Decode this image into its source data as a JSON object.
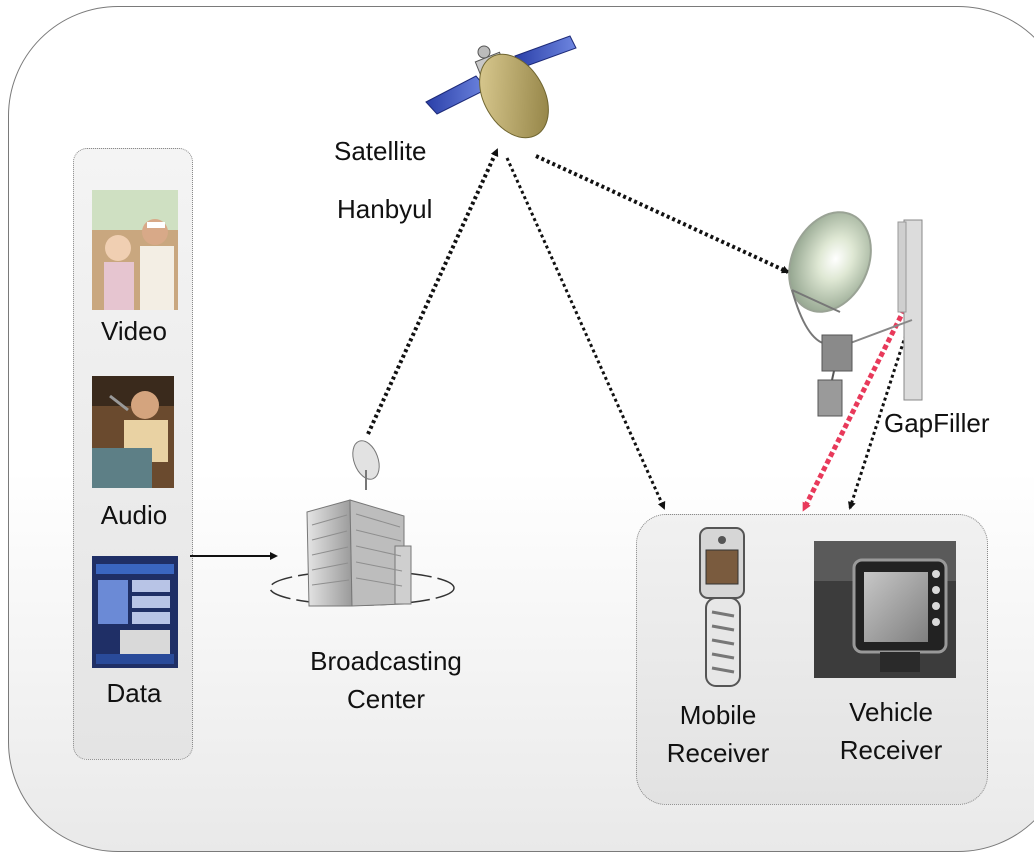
{
  "sources": {
    "video_label": "Video",
    "audio_label": "Audio",
    "data_label": "Data"
  },
  "satellite": {
    "label": "Satellite",
    "name": "Hanbyul"
  },
  "broadcasting_center": {
    "line1": "Broadcasting",
    "line2": "Center"
  },
  "gapfiller": {
    "label": "GapFiller"
  },
  "receivers": {
    "mobile_line1": "Mobile",
    "mobile_line2": "Receiver",
    "vehicle_line1": "Vehicle",
    "vehicle_line2": "Receiver"
  },
  "colors": {
    "link": "#111111",
    "gapfiller_link": "#e8395a",
    "panel_border": "#8a8a8a"
  }
}
